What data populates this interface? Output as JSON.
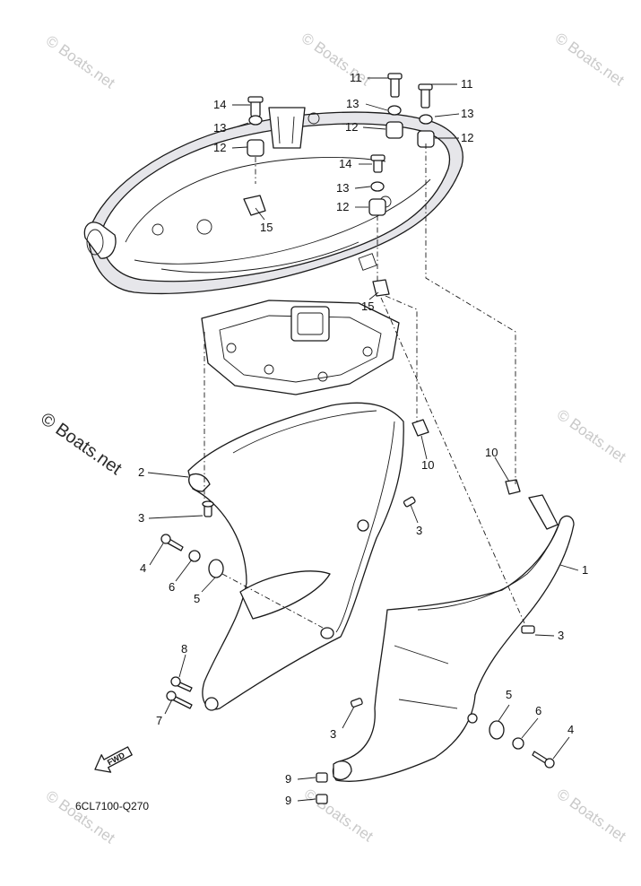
{
  "diagram": {
    "code": "6CL7100-Q270",
    "fwd_label": "FWD",
    "watermark": "© Boats.net",
    "callouts": {
      "c11a": "11",
      "c11b": "11",
      "c13a": "13",
      "c13b": "13",
      "c13c": "13",
      "c13d": "13",
      "c12a": "12",
      "c12b": "12",
      "c12c": "12",
      "c12d": "12",
      "c14a": "14",
      "c14b": "14",
      "c15a": "15",
      "c15b": "15",
      "c10a": "10",
      "c10b": "10",
      "c2": "2",
      "c1": "1",
      "c3a": "3",
      "c3b": "3",
      "c3c": "3",
      "c3d": "3",
      "c4a": "4",
      "c4b": "4",
      "c5a": "5",
      "c5b": "5",
      "c6a": "6",
      "c6b": "6",
      "c7": "7",
      "c8": "8",
      "c9a": "9",
      "c9b": "9"
    }
  }
}
